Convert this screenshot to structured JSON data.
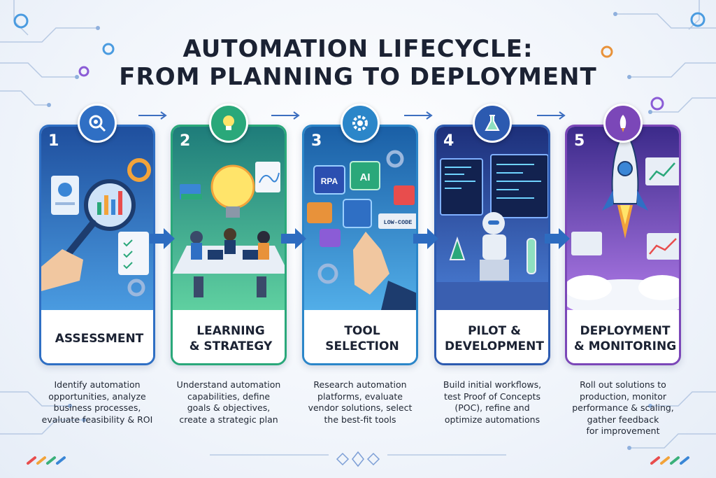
{
  "title": {
    "line1": "AUTOMATION LIFECYCLE:",
    "line2": "FROM PLANNING TO DEPLOYMENT"
  },
  "colors": {
    "step1": "#2f6fc4",
    "step2": "#2aa87a",
    "step3": "#2b86c9",
    "step4": "#2c5ab0",
    "step5": "#7b47b8",
    "arrow": "#2d6cc0"
  },
  "steps": [
    {
      "number": "1",
      "icon": "magnifier-gear-icon",
      "label_line1": "ASSESSMENT",
      "label_line2": "",
      "desc_lines": [
        "Identify automation",
        "opportunities, analyze",
        "business processes,",
        "evaluate feasibility & ROI"
      ]
    },
    {
      "number": "2",
      "icon": "lightbulb-icon",
      "label_line1": "LEARNING",
      "label_line2": "& STRATEGY",
      "desc_lines": [
        "Understand automation",
        "capabilities, define",
        "goals & objectives,",
        "create a strategic plan"
      ]
    },
    {
      "number": "3",
      "icon": "gear-icon",
      "label_line1": "TOOL",
      "label_line2": "SELECTION",
      "art_tags": [
        "RPA",
        "AI",
        "LOW-CODE"
      ],
      "desc_lines": [
        "Research automation",
        "platforms, evaluate",
        "vendor solutions, select",
        "the best-fit tools"
      ]
    },
    {
      "number": "4",
      "icon": "flask-icon",
      "label_line1": "PILOT &",
      "label_line2": "DEVELOPMENT",
      "desc_lines": [
        "Build initial workflows,",
        "test Proof of Concepts",
        "(POC), refine and",
        "optimize automations"
      ]
    },
    {
      "number": "5",
      "icon": "rocket-icon",
      "label_line1": "DEPLOYMENT",
      "label_line2": "& MONITORING",
      "desc_lines": [
        "Roll out solutions to",
        "production, monitor",
        "performance & scaling,",
        "gather feedback",
        "for improvement"
      ]
    }
  ]
}
